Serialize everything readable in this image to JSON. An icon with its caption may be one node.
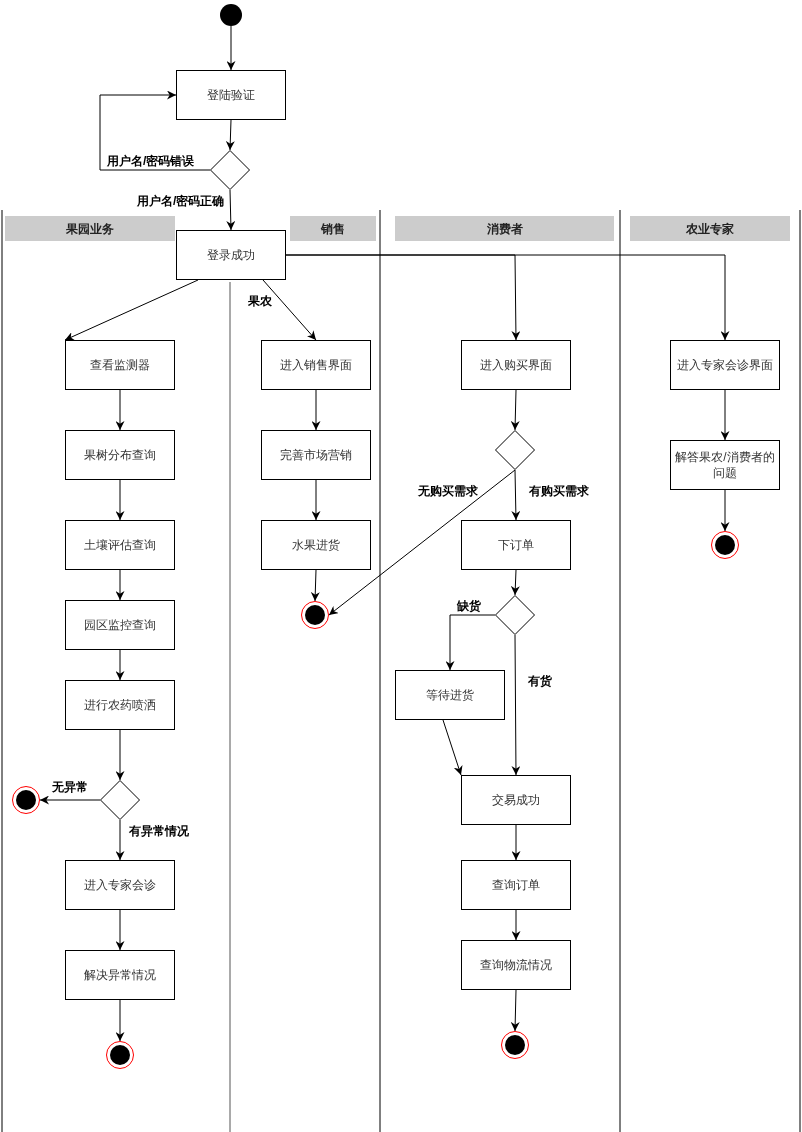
{
  "diagram": {
    "nodes": [
      {
        "text": [],
        "shape": "circle"
      },
      {
        "text": [
          "登陆验证"
        ]
      },
      {
        "text": [],
        "shape": "diamond"
      },
      {
        "text": [
          "果园业务"
        ]
      },
      {
        "text": [
          "销售"
        ]
      },
      {
        "text": [
          "消费者"
        ]
      },
      {
        "text": [
          "农业专家"
        ]
      },
      {
        "text": [
          "登录成功"
        ]
      },
      {
        "text": [
          "查看监测器"
        ]
      },
      {
        "text": [
          "果树分布查询"
        ]
      },
      {
        "text": [
          "土壤评估查询"
        ]
      },
      {
        "text": [
          "园区监控查询"
        ]
      },
      {
        "text": [
          "进行农药喷洒"
        ]
      },
      {
        "text": [],
        "shape": "diamond"
      },
      {
        "text": [],
        "shape": "bullseye"
      },
      {
        "text": [
          "进入专家会诊"
        ]
      },
      {
        "text": [
          "解决异常情况"
        ]
      },
      {
        "text": [],
        "shape": "bullseye"
      },
      {
        "text": [
          "进入销售界面"
        ]
      },
      {
        "text": [
          "完善市场营销"
        ]
      },
      {
        "text": [
          "水果进货"
        ]
      },
      {
        "text": [],
        "shape": "bullseye"
      },
      {
        "text": [
          "进入购买界面"
        ]
      },
      {
        "text": [],
        "shape": "diamond"
      },
      {
        "text": [
          "下订单"
        ]
      },
      {
        "text": [],
        "shape": "diamond"
      },
      {
        "text": [
          "等待进货"
        ]
      },
      {
        "text": [
          "交易成功"
        ]
      },
      {
        "text": [
          "查询订单"
        ]
      },
      {
        "text": [
          "查询物流情况"
        ]
      },
      {
        "text": [],
        "shape": "bullseye"
      },
      {
        "text": [
          "进入专家会诊界面"
        ]
      },
      {
        "text": [
          "解答果农/消费者的问题"
        ]
      },
      {
        "text": [],
        "shape": "bullseye"
      }
    ],
    "edges": [
      {
        "from": 0,
        "to": 1,
        "arrow": "to"
      },
      {
        "from": 1,
        "to": 2,
        "arrow": "to"
      },
      {
        "from": 2,
        "to": 1,
        "arrow": "to",
        "label": "用户名/密码错误"
      },
      {
        "from": 2,
        "to": 7,
        "arrow": "to",
        "label": "用户名/密码正确"
      },
      {
        "from": 7,
        "to": 8,
        "arrow": "to"
      },
      {
        "from": 7,
        "to": 18,
        "arrow": "to",
        "label": "果农"
      },
      {
        "from": 7,
        "to": 22,
        "arrow": "to"
      },
      {
        "from": 7,
        "to": 31,
        "arrow": "to"
      },
      {
        "from": 8,
        "to": 9,
        "arrow": "to"
      },
      {
        "from": 9,
        "to": 10,
        "arrow": "to"
      },
      {
        "from": 10,
        "to": 11,
        "arrow": "to"
      },
      {
        "from": 11,
        "to": 12,
        "arrow": "to"
      },
      {
        "from": 12,
        "to": 13,
        "arrow": "to"
      },
      {
        "from": 13,
        "to": 14,
        "arrow": "to",
        "label": "无异常"
      },
      {
        "from": 13,
        "to": 15,
        "arrow": "to",
        "label": "有异常情况"
      },
      {
        "from": 15,
        "to": 16,
        "arrow": "to"
      },
      {
        "from": 16,
        "to": 17,
        "arrow": "to"
      },
      {
        "from": 18,
        "to": 19,
        "arrow": "to"
      },
      {
        "from": 19,
        "to": 20,
        "arrow": "to"
      },
      {
        "from": 20,
        "to": 21,
        "arrow": "to"
      },
      {
        "from": 22,
        "to": 23,
        "arrow": "to"
      },
      {
        "from": 23,
        "to": 21,
        "arrow": "to",
        "label": "无购买需求"
      },
      {
        "from": 23,
        "to": 24,
        "arrow": "to",
        "label": "有购买需求"
      },
      {
        "from": 24,
        "to": 25,
        "arrow": "to"
      },
      {
        "from": 25,
        "to": 26,
        "arrow": "to",
        "label": "缺货"
      },
      {
        "from": 25,
        "to": 27,
        "arrow": "to",
        "label": "有货"
      },
      {
        "from": 26,
        "to": 27,
        "arrow": "to"
      },
      {
        "from": 27,
        "to": 28,
        "arrow": "to"
      },
      {
        "from": 28,
        "to": 29,
        "arrow": "to"
      },
      {
        "from": 29,
        "to": 30,
        "arrow": "to"
      },
      {
        "from": 31,
        "to": 32,
        "arrow": "to"
      },
      {
        "from": 32,
        "to": 33,
        "arrow": "to"
      }
    ]
  }
}
